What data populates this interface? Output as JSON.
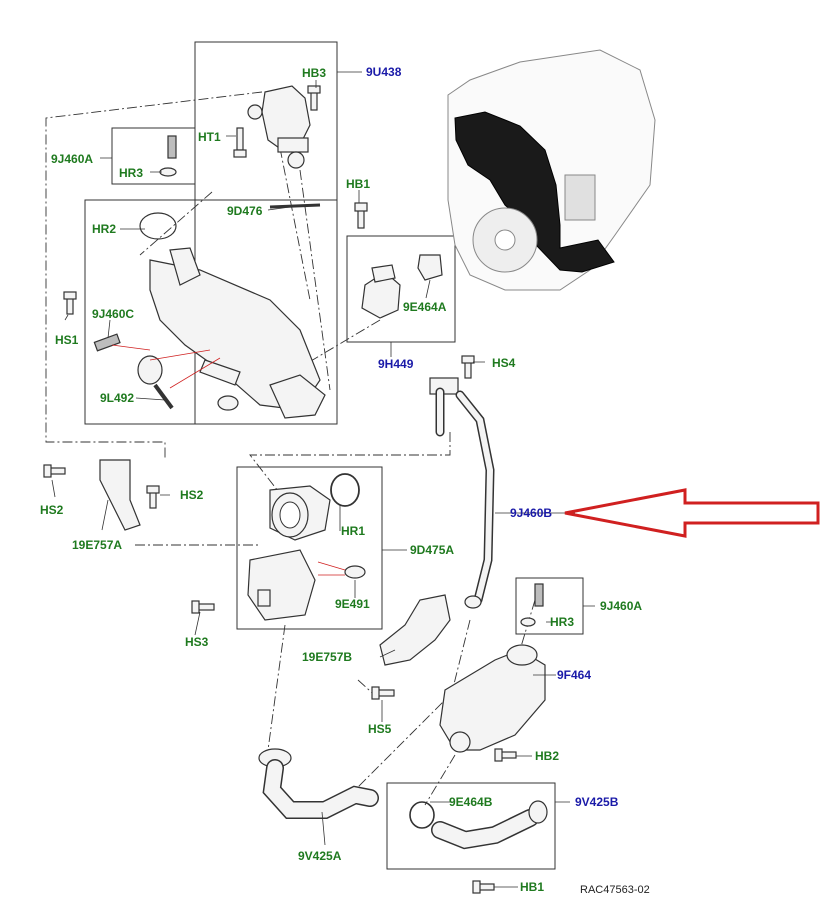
{
  "labels": {
    "9U438": "9U438",
    "HB3": "HB3",
    "HT1": "HT1",
    "9J460A_top": "9J460A",
    "HR3_top": "HR3",
    "9D476": "9D476",
    "HB1_top": "HB1",
    "HR2": "HR2",
    "9E464A": "9E464A",
    "HS1": "HS1",
    "9J460C": "9J460C",
    "9H449": "9H449",
    "HS4": "HS4",
    "9L492": "9L492",
    "HS2_left": "HS2",
    "HS2_right": "HS2",
    "19E757A": "19E757A",
    "HR1": "HR1",
    "9J460B": "9J460B",
    "9D475A": "9D475A",
    "9E491": "9E491",
    "HS3": "HS3",
    "9J460A_right": "9J460A",
    "HR3_right": "HR3",
    "19E757B": "19E757B",
    "9F464": "9F464",
    "HS5": "HS5",
    "HB2": "HB2",
    "9E464B": "9E464B",
    "9V425B": "9V425B",
    "9V425A": "9V425A",
    "HB1_bottom": "HB1",
    "ref_code": "RAC47563-02"
  },
  "colors": {
    "label_green": "#1f7a1f",
    "label_blue": "#1a1aa8",
    "highlight_arrow": "#d02020"
  }
}
